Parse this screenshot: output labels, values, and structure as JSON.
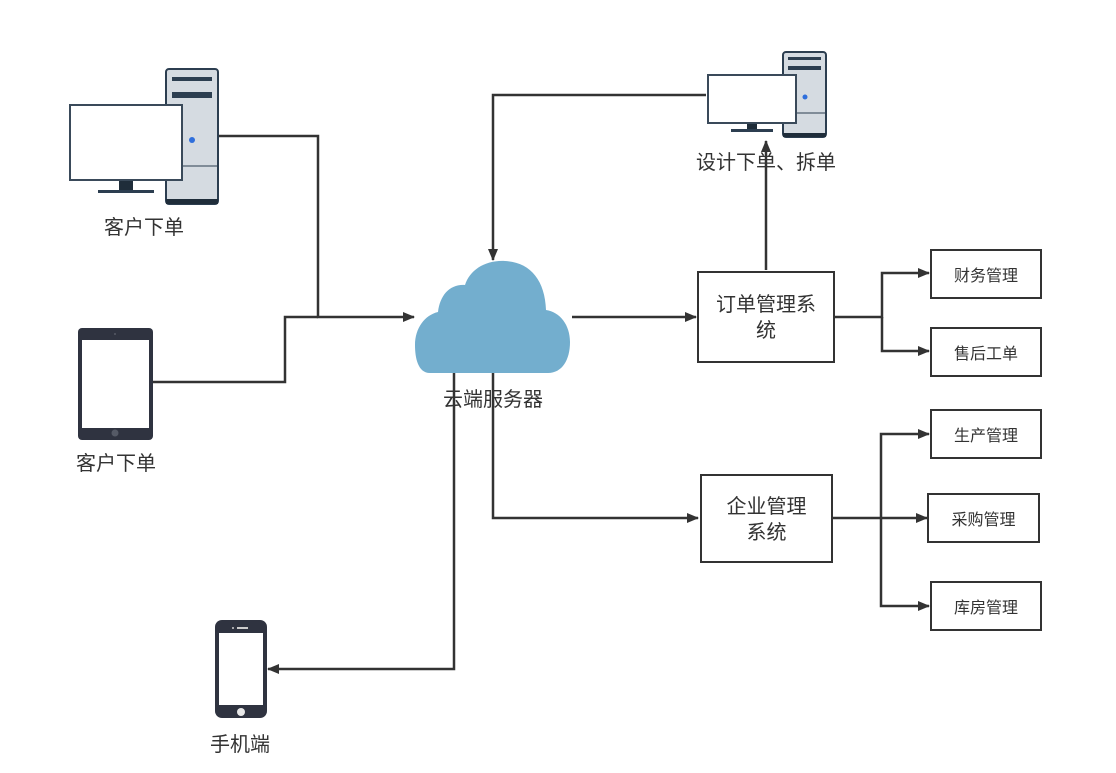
{
  "diagram": {
    "nodes": {
      "desktop_client": {
        "label": "客户下单",
        "icon": "desktop-computer-icon"
      },
      "tablet_client": {
        "label": "客户下单",
        "icon": "tablet-icon"
      },
      "design_station": {
        "label": "设计下单、拆单",
        "icon": "desktop-computer-icon"
      },
      "cloud_server": {
        "label": "云端服务器",
        "icon": "cloud-icon"
      },
      "mobile": {
        "label": "手机端",
        "icon": "smartphone-icon"
      },
      "order_system": {
        "label": "订单管理系统"
      },
      "enterprise_system": {
        "label": "企业管理系统"
      },
      "finance": {
        "label": "财务管理"
      },
      "after_sales": {
        "label": "售后工单"
      },
      "production": {
        "label": "生产管理"
      },
      "purchasing": {
        "label": "采购管理"
      },
      "warehouse": {
        "label": "库房管理"
      }
    },
    "edges": [
      {
        "from": "desktop_client",
        "to": "cloud_server"
      },
      {
        "from": "tablet_client",
        "to": "cloud_server"
      },
      {
        "from": "design_station",
        "to": "cloud_server"
      },
      {
        "from": "cloud_server",
        "to": "order_system"
      },
      {
        "from": "cloud_server",
        "to": "enterprise_system"
      },
      {
        "from": "cloud_server",
        "to": "mobile"
      },
      {
        "from": "order_system",
        "to": "design_station"
      },
      {
        "from": "order_system",
        "to": "finance"
      },
      {
        "from": "order_system",
        "to": "after_sales"
      },
      {
        "from": "enterprise_system",
        "to": "production"
      },
      {
        "from": "enterprise_system",
        "to": "purchasing"
      },
      {
        "from": "enterprise_system",
        "to": "warehouse"
      }
    ],
    "colors": {
      "line": "#333333",
      "cloud": "#73aece",
      "device_dark": "#2f3340",
      "monitor_frame": "#3a4a5a",
      "tower_fill": "#d5dbe1",
      "led": "#2f6fdc"
    }
  }
}
